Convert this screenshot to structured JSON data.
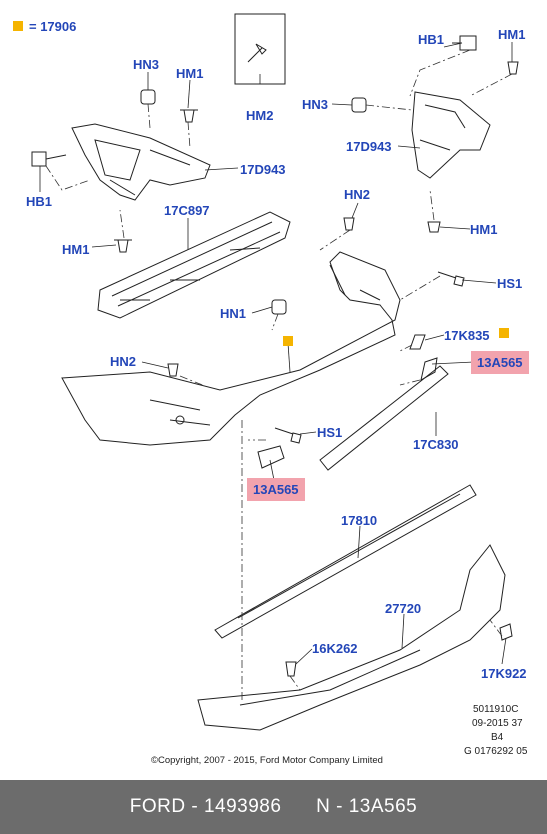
{
  "legend": {
    "marker_color": "#f5b400",
    "text": "= 17906"
  },
  "labels": {
    "hn3_left": "HN3",
    "hm1_top_left": "HM1",
    "hb1_left": "HB1",
    "hm1_left_lower": "HM1",
    "d943_left": "17D943",
    "c897": "17C897",
    "hm2": "HM2",
    "hn2_mid": "HN2",
    "hn1": "HN1",
    "hb1_right": "HB1",
    "hm1_right_top": "HM1",
    "hn3_right": "HN3",
    "d943_right": "17D943",
    "hm1_right_lower": "HM1",
    "hs1_right": "HS1",
    "k835": "17K835",
    "a565_right": "13A565",
    "hn2_left": "HN2",
    "hs1_center": "HS1",
    "c830": "17C830",
    "a565_center": "13A565",
    "p17810": "17810",
    "p27720": "27720",
    "k262": "16K262",
    "k922": "17K922"
  },
  "highlight_color": "#f2a3ad",
  "label_color": "#2346b8",
  "refs": {
    "line1": "5011910C",
    "line2": "09-2015 37",
    "line3": "B4",
    "line4": "G 0176292 05"
  },
  "copyright": "©Copyright, 2007 - 2015, Ford Motor Company Limited",
  "footer": {
    "brand_part": "FORD - 1493986",
    "n_part": "N - 13A565"
  }
}
